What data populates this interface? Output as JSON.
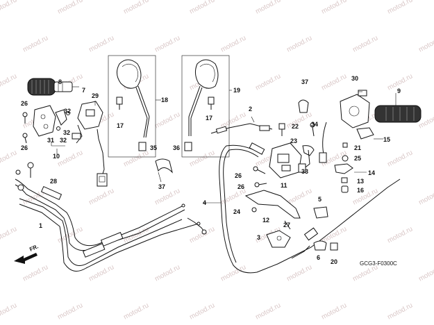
{
  "watermark": "motod.ru",
  "diagram_code": "GCG3-F0300C",
  "front_arrow_label": "FR.",
  "part_numbers": {
    "p1": "1",
    "p2": "2",
    "p3": "3",
    "p4": "4",
    "p5": "5",
    "p6": "6",
    "p7": "7",
    "p8": "8",
    "p9": "9",
    "p10": "10",
    "p11": "11",
    "p12": "12",
    "p13": "13",
    "p14": "14",
    "p15": "15",
    "p16": "16",
    "p17a": "17",
    "p17b": "17",
    "p18": "18",
    "p19": "19",
    "p20": "20",
    "p21": "21",
    "p22": "22",
    "p23": "23",
    "p24": "24",
    "p25": "25",
    "p26a": "26",
    "p26b": "26",
    "p26c": "26",
    "p26d": "26",
    "p27": "27",
    "p28": "28",
    "p29": "29",
    "p30": "30",
    "p31": "31",
    "p32a": "32",
    "p32b": "32",
    "p33": "33",
    "p34": "34",
    "p35": "35",
    "p36": "36",
    "p37a": "37",
    "p37b": "37"
  }
}
